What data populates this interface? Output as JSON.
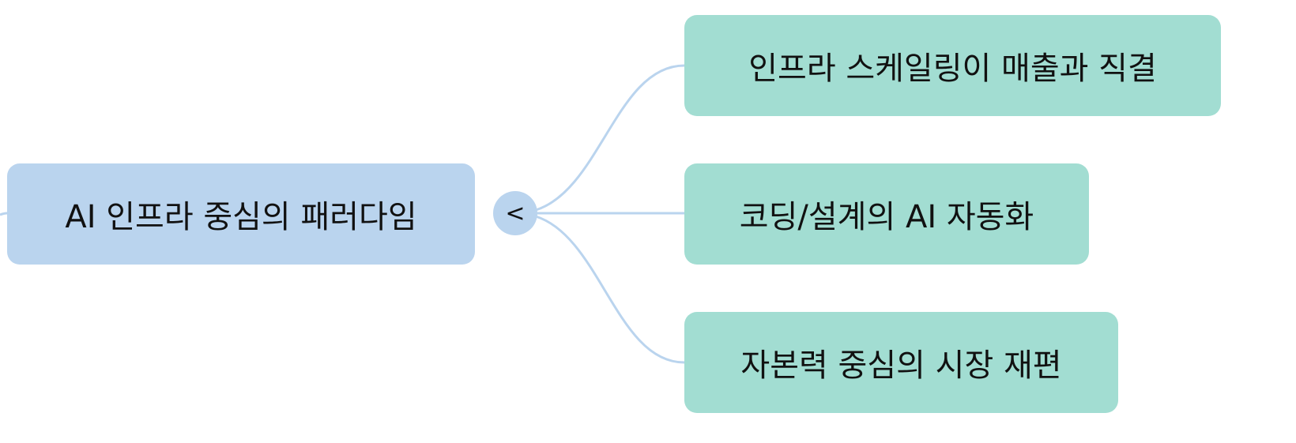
{
  "root": {
    "label": "AI 인프라 중심의 패러다임",
    "color": "#bad4ee"
  },
  "toggle": {
    "label": "<"
  },
  "children": [
    {
      "label": "인프라 스케일링이 매출과 직결"
    },
    {
      "label": "코딩/설계의 AI 자동화"
    },
    {
      "label": "자본력 중심의 시장 재편"
    }
  ],
  "child_color": "#a2ddd2",
  "connector_color": "#bad4ee"
}
